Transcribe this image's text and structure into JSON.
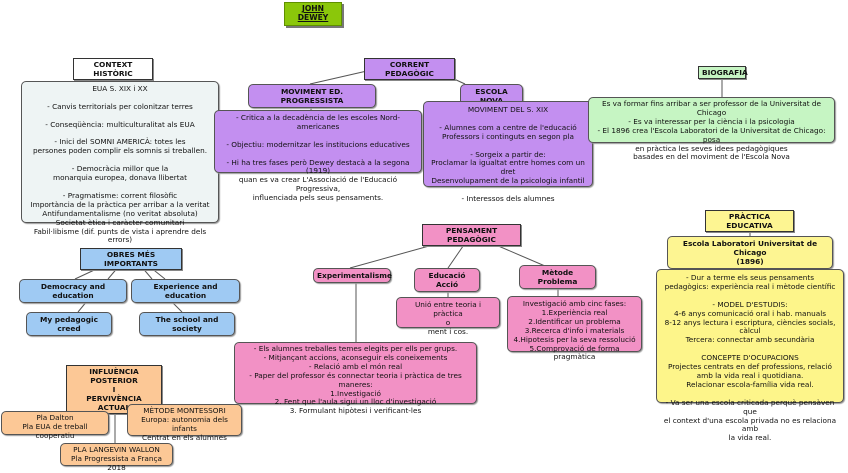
{
  "root": {
    "title": "JOHN DEWEY"
  },
  "context": {
    "title": "CONTEXT HISTÒRIC",
    "body": "EUA S. XIX i XX\n\n- Canvis territorials per colonitzar terres\n\n- Conseqüència: multiculturalitat als EUA\n\n- Inici del SOMNI AMERICÀ: totes les\npersones poden complir els somnis si treballen.\n\n- Democràcia millor que la\nmonarquia europea, donava llibertat\n\n- Pragmatisme: corrent filosòfic\nImportància de la pràctica per arribar a la veritat\nAntifundamentalisme (no veritat absoluta)\nSocietat ètica i caràcter comunitari\nFabil·libisme (dif. punts de vista i aprendre dels errors)"
  },
  "corrent": {
    "title": "CORRENT PEDAGÒGIC",
    "progressista": {
      "title": "MOVIMENT ED. PROGRESSISTA",
      "body": "- Critica a la decadència de les escoles Nord-americanes\n\n- Objectiu: modernitzar les institucions educatives\n\n- Hi ha tres fases però Dewey destacà a la segona (1919)\nquan es va crear L'Associació de l'Educació Progressiva,\ninfluenciada pels seus pensaments."
    },
    "escola_nova": {
      "title": "ESCOLA NOVA",
      "body": "MOVIMENT DEL S. XIX\n\n- Alumnes com a centre de l'educació\nProfessors i continguts en segon pla\n\n- Sorgeix a partir de:\nProclamar la igualtat entre homes com un dret\nDesenvolupament de la psicologia infantil\n\n- Interessos dels alumnes"
    }
  },
  "biografia": {
    "title": "BIOGRAFIA",
    "body": "Es va formar fins arribar a ser professor de la Universitat de Chicago\n- Es va interessar per la ciència i la psicologia\n- El 1896 crea l'Escola Laboratori de la Universitat de Chicago: posa\nen pràctica les seves idees pedagògiques\nbasades en del moviment de l'Escola Nova"
  },
  "obres": {
    "title": "OBRES MÉS IMPORTANTS",
    "items": [
      "Democracy and education",
      "Experience and education",
      "My pedagogic creed",
      "The school and society"
    ]
  },
  "pensament": {
    "title": "PENSAMENT PEDAGÒGIC",
    "experimentalisme": {
      "title": "Experimentalisme",
      "body": "- Els alumnes treballes temes elegits per ells per grups.\n- Mitjançant accions, aconseguir els coneixements\n- Relació amb el món real\n- Paper del professor és connectar teoria i pràctica de tres maneres:\n1.Investigació\n2. Fent que l'aula sigui un lloc d'investigació\n3. Formulant hipòtesi i verificant-les"
    },
    "educacio_accio": {
      "title": "Educació Acció",
      "body": "Unió entre teoria i pràctica\no\nment i cos."
    },
    "metode_problema": {
      "title": "Mètode Problema",
      "body": "Investigació amb cinc fases:\n1.Experiència real\n2.Identificar un problema\n3.Recerca d'info i materials\n4.Hipotesis per la seva ressolució\n5.Comprovació de forma pragmàtica"
    }
  },
  "practica": {
    "title": "PRÀCTICA EDUCATIVA",
    "school": "Escola Laboratori Universitat de Chicago\n(1896)",
    "body": "- Dur a terme els seus pensaments\npedagògics: experiència real i mètode científic\n\n- MODEL D'ESTUDIS:\n4-6 anys comunicació oral i hab. manuals\n8-12 anys lectura i escriptura, ciències socials, càlcul\nTercera: connectar amb secundària\n\nCONCEPTE D'OCUPACIONS\nProjectes centrats en def professions, relació\namb la vida real i quotidiana.\nRelacionar escola-família vida real.\n\n- Va ser una escola criticada perquè pensàven que\nel context d'una escola privada no es relaciona amb\nla vida real."
  },
  "influencia": {
    "title": "INFLUÈNCIA POSTERIOR\nI\nPERVIVÈNCIA ACTUAL",
    "dalton": "Pla Dalton\nPla EUA de treball cooperatiu",
    "montessori": "MÈTODE MONTESSORI\nEuropa: autonomia dels infants\nCentrat en els alumnes",
    "langevin": "PLA LANGEVIN WALLON\nPla Progressista a França 2018"
  }
}
